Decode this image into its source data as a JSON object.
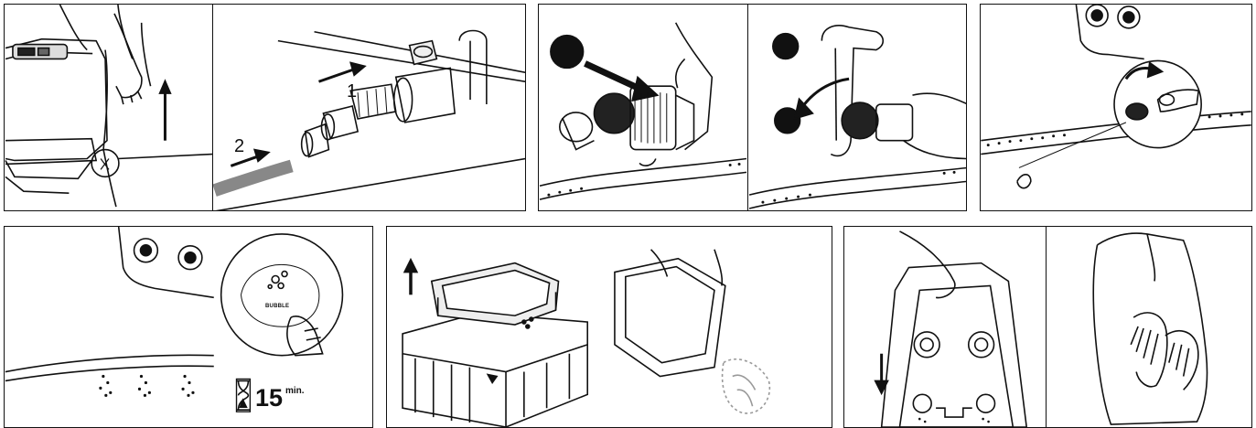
{
  "step2": {
    "label_1": "1",
    "label_2": "2"
  },
  "step6": {
    "bubble_label": "BUBBLE",
    "timer_value": "15",
    "timer_unit": "min."
  }
}
